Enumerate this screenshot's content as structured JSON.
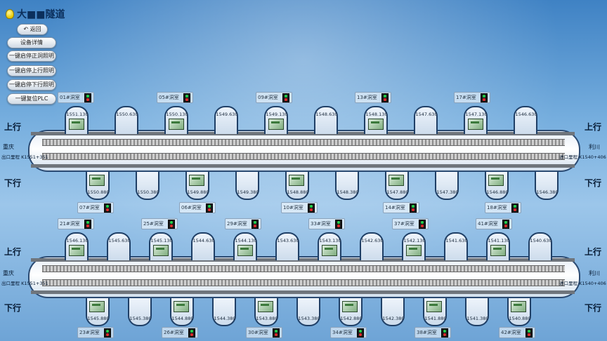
{
  "header": {
    "title": "大■■隧道"
  },
  "buttons": {
    "back": "返回",
    "details": "设备详情",
    "b1": "一键启停正洞照明",
    "b2": "一键启停上行照明",
    "b3": "一键启停下行照明",
    "b4": "一键复位PLC"
  },
  "tunnel1": {
    "up_label": "上行",
    "down_label": "下行",
    "left_end": "重庆",
    "left_mileage": "出口里程 K1551+351",
    "right_end": "利川",
    "right_mileage": "进口里程 K1540+406",
    "rooms_top": [
      "01#洞室",
      "05#洞室",
      "09#洞室",
      "13#洞室",
      "17#洞室"
    ],
    "niches_top": [
      "1551.130",
      "1550.630",
      "1550.130",
      "1549.630",
      "1549.130",
      "1548.630",
      "1548.130",
      "1547.630",
      "1547.130",
      "1546.630"
    ],
    "niches_bottom": [
      "1550.880",
      "1550.380",
      "1549.880",
      "1549.380",
      "1548.880",
      "1548.380",
      "1547.880",
      "1547.380",
      "1546.880",
      "1546.380"
    ],
    "rooms_bottom": [
      "07#洞室",
      "06#洞室",
      "10#洞室",
      "14#洞室",
      "18#洞室"
    ]
  },
  "tunnel2": {
    "up_label": "上行",
    "down_label": "下行",
    "left_end": "重庆",
    "left_mileage": "出口里程 K1551+351",
    "right_end": "利川",
    "right_mileage": "进口里程 K1540+406",
    "rooms_top": [
      "21#洞室",
      "25#洞室",
      "29#洞室",
      "33#洞室",
      "37#洞室",
      "41#洞室"
    ],
    "niches_top": [
      "1546.130",
      "1545.630",
      "1545.130",
      "1544.630",
      "1544.130",
      "1543.630",
      "1543.130",
      "1542.630",
      "1542.130",
      "1541.630",
      "1541.130",
      "1540.630"
    ],
    "niches_bottom": [
      "1545.880",
      "1545.380",
      "1544.880",
      "1544.380",
      "1543.880",
      "1543.380",
      "1542.880",
      "1542.380",
      "1541.880",
      "1541.380",
      "1540.880"
    ],
    "rooms_bottom": [
      "23#洞室",
      "26#洞室",
      "30#洞室",
      "34#洞室",
      "38#洞室",
      "42#洞室"
    ]
  }
}
